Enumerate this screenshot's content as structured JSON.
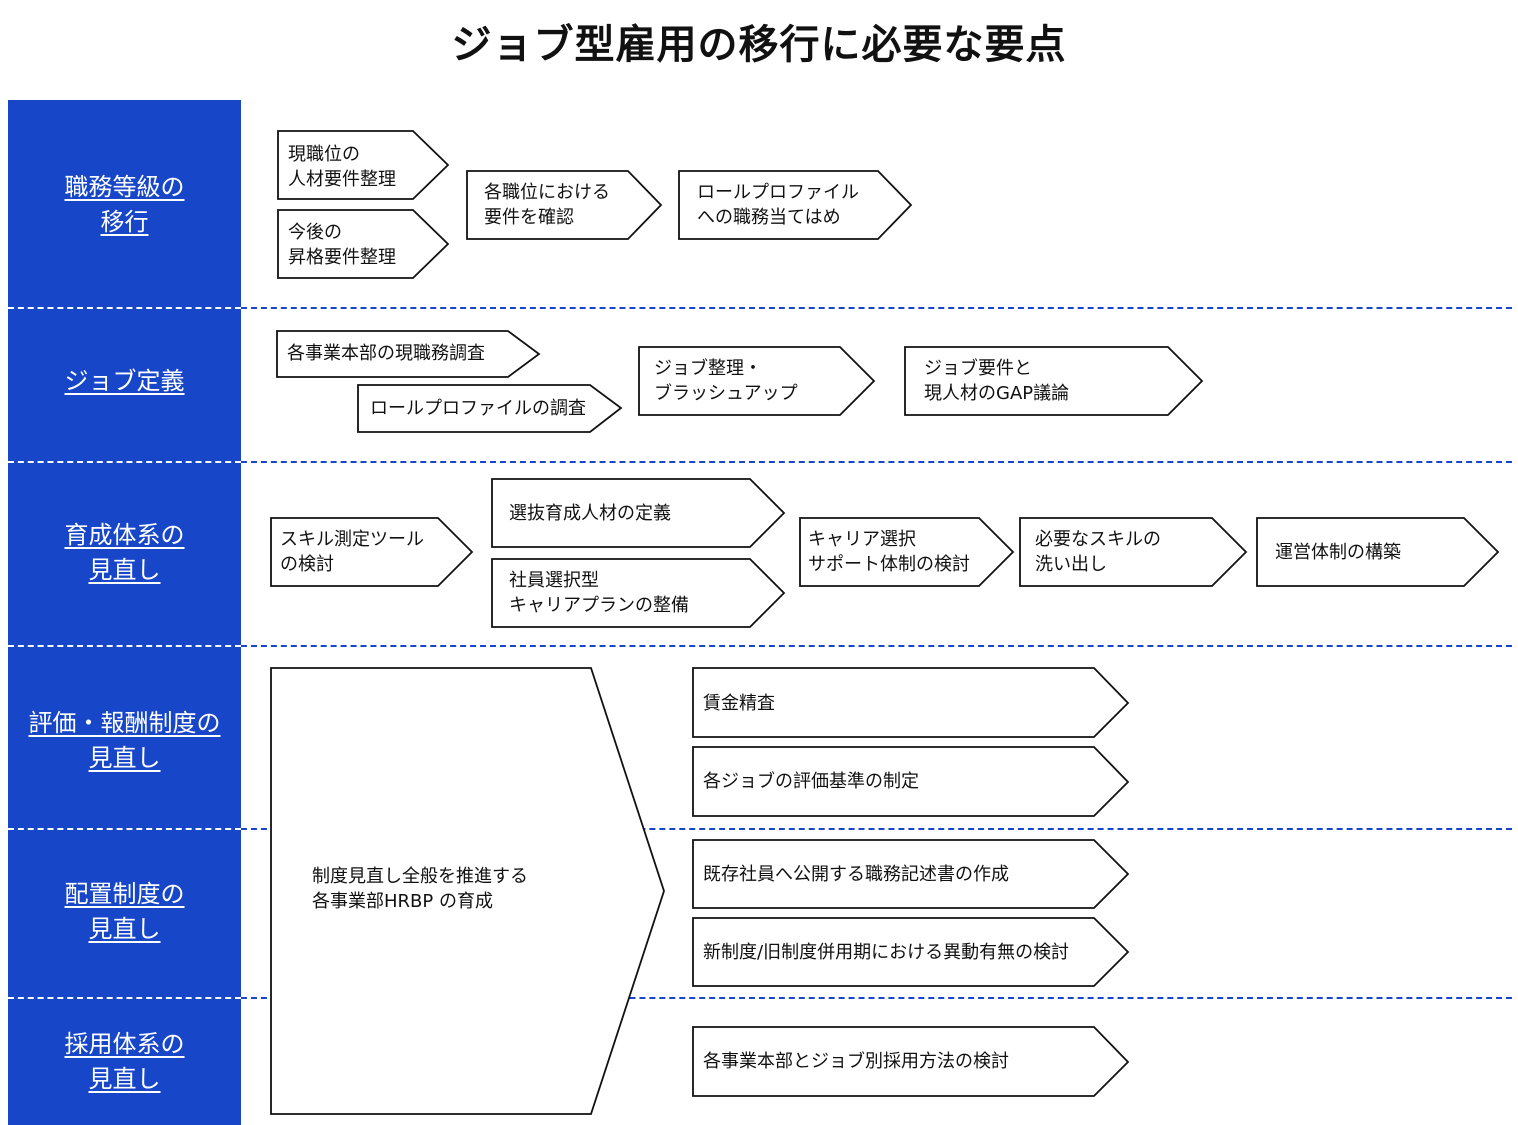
{
  "title": "ジョブ型雇用の移行に必要な要点",
  "colors": {
    "sidebar": "#1746c9",
    "separator": "#1746c9",
    "box_stroke": "#111111"
  },
  "categories": [
    {
      "id": "grade",
      "lines": [
        "職務等級の",
        "移行"
      ]
    },
    {
      "id": "job",
      "lines": [
        "ジョブ定義"
      ]
    },
    {
      "id": "training",
      "lines": [
        "育成体系の",
        "見直し"
      ]
    },
    {
      "id": "evaluation",
      "lines": [
        "評価・報酬制度の",
        "見直し"
      ]
    },
    {
      "id": "placement",
      "lines": [
        "配置制度の",
        "見直し"
      ]
    },
    {
      "id": "hiring",
      "lines": [
        "採用体系の",
        "見直し"
      ]
    }
  ],
  "grade_steps": [
    {
      "lines": [
        "現職位の",
        "人材要件整理"
      ]
    },
    {
      "lines": [
        "今後の",
        "昇格要件整理"
      ]
    },
    {
      "lines": [
        "各職位における",
        "要件を確認"
      ]
    },
    {
      "lines": [
        "ロールプロファイル",
        "への職務当てはめ"
      ]
    }
  ],
  "job_steps": [
    {
      "lines": [
        "各事業本部の現職務調査"
      ]
    },
    {
      "lines": [
        "ロールプロファイルの調査"
      ]
    },
    {
      "lines": [
        "ジョブ整理・",
        "ブラッシュアップ"
      ]
    },
    {
      "lines": [
        "ジョブ要件と",
        "現人材のGAP議論"
      ]
    }
  ],
  "training_steps": [
    {
      "lines": [
        "スキル測定ツール",
        "の検討"
      ]
    },
    {
      "lines": [
        "選抜育成人材の定義"
      ]
    },
    {
      "lines": [
        "社員選択型",
        "キャリアプランの整備"
      ]
    },
    {
      "lines": [
        "キャリア選択",
        "サポート体制の検討"
      ]
    },
    {
      "lines": [
        "必要なスキルの",
        "洗い出し"
      ]
    },
    {
      "lines": [
        "運営体制の構築"
      ]
    }
  ],
  "hrbp": {
    "lines": [
      "制度見直し全般を推進する",
      "各事業部HRBP の育成"
    ]
  },
  "evaluation_steps": [
    {
      "lines": [
        "賃金精査"
      ]
    },
    {
      "lines": [
        "各ジョブの評価基準の制定"
      ]
    }
  ],
  "placement_steps": [
    {
      "lines": [
        "既存社員へ公開する職務記述書の作成"
      ]
    },
    {
      "lines": [
        "新制度/旧制度併用期における異動有無の検討"
      ]
    }
  ],
  "hiring_steps": [
    {
      "lines": [
        "各事業本部とジョブ別採用方法の検討"
      ]
    }
  ]
}
